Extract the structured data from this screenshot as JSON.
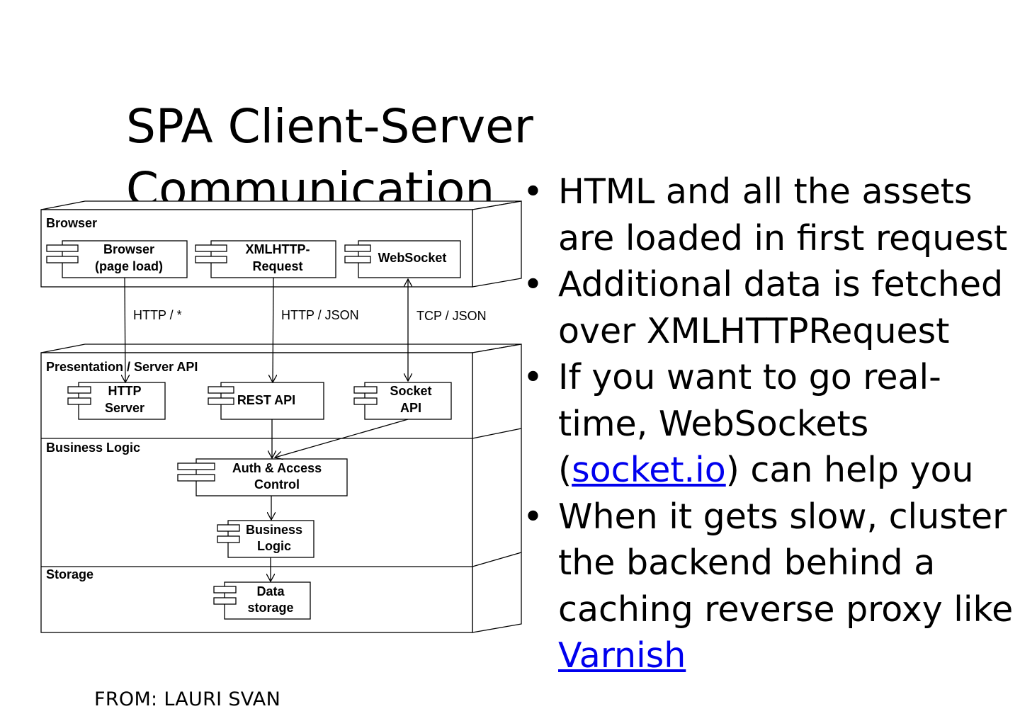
{
  "slide": {
    "title_line1": "SPA Client-Server",
    "title_line2": "Communication",
    "footer": "FROM: LAURI SVAN"
  },
  "bullets": [
    {
      "text": "HTML and all the assets are loaded in first request"
    },
    {
      "text": "Additional data is fetched over XMLHTTPRequest"
    },
    {
      "pre": "If you want to go real-time, WebSockets (",
      "link": "socket.io",
      "post": ") can help you"
    },
    {
      "pre": "When it gets slow, cluster the backend behind a caching reverse proxy like ",
      "link": "Varnish"
    }
  ],
  "diagram": {
    "browser_tier": "Browser",
    "browser_comp": [
      "Browser",
      "(page load)"
    ],
    "xhr_comp": [
      "XMLHTTP-",
      "Request"
    ],
    "ws_comp": "WebSocket",
    "edge_http": "HTTP / *",
    "edge_json": "HTTP / JSON",
    "edge_tcp": "TCP / JSON",
    "presentation_tier": "Presentation / Server API",
    "http_server": [
      "HTTP",
      "Server"
    ],
    "rest_api": "REST API",
    "socket_api": [
      "Socket",
      "API"
    ],
    "business_tier": "Business Logic",
    "auth": [
      "Auth & Access",
      "Control"
    ],
    "business_comp": [
      "Business",
      "Logic"
    ],
    "storage_tier": "Storage",
    "data_storage": [
      "Data",
      "storage"
    ]
  }
}
